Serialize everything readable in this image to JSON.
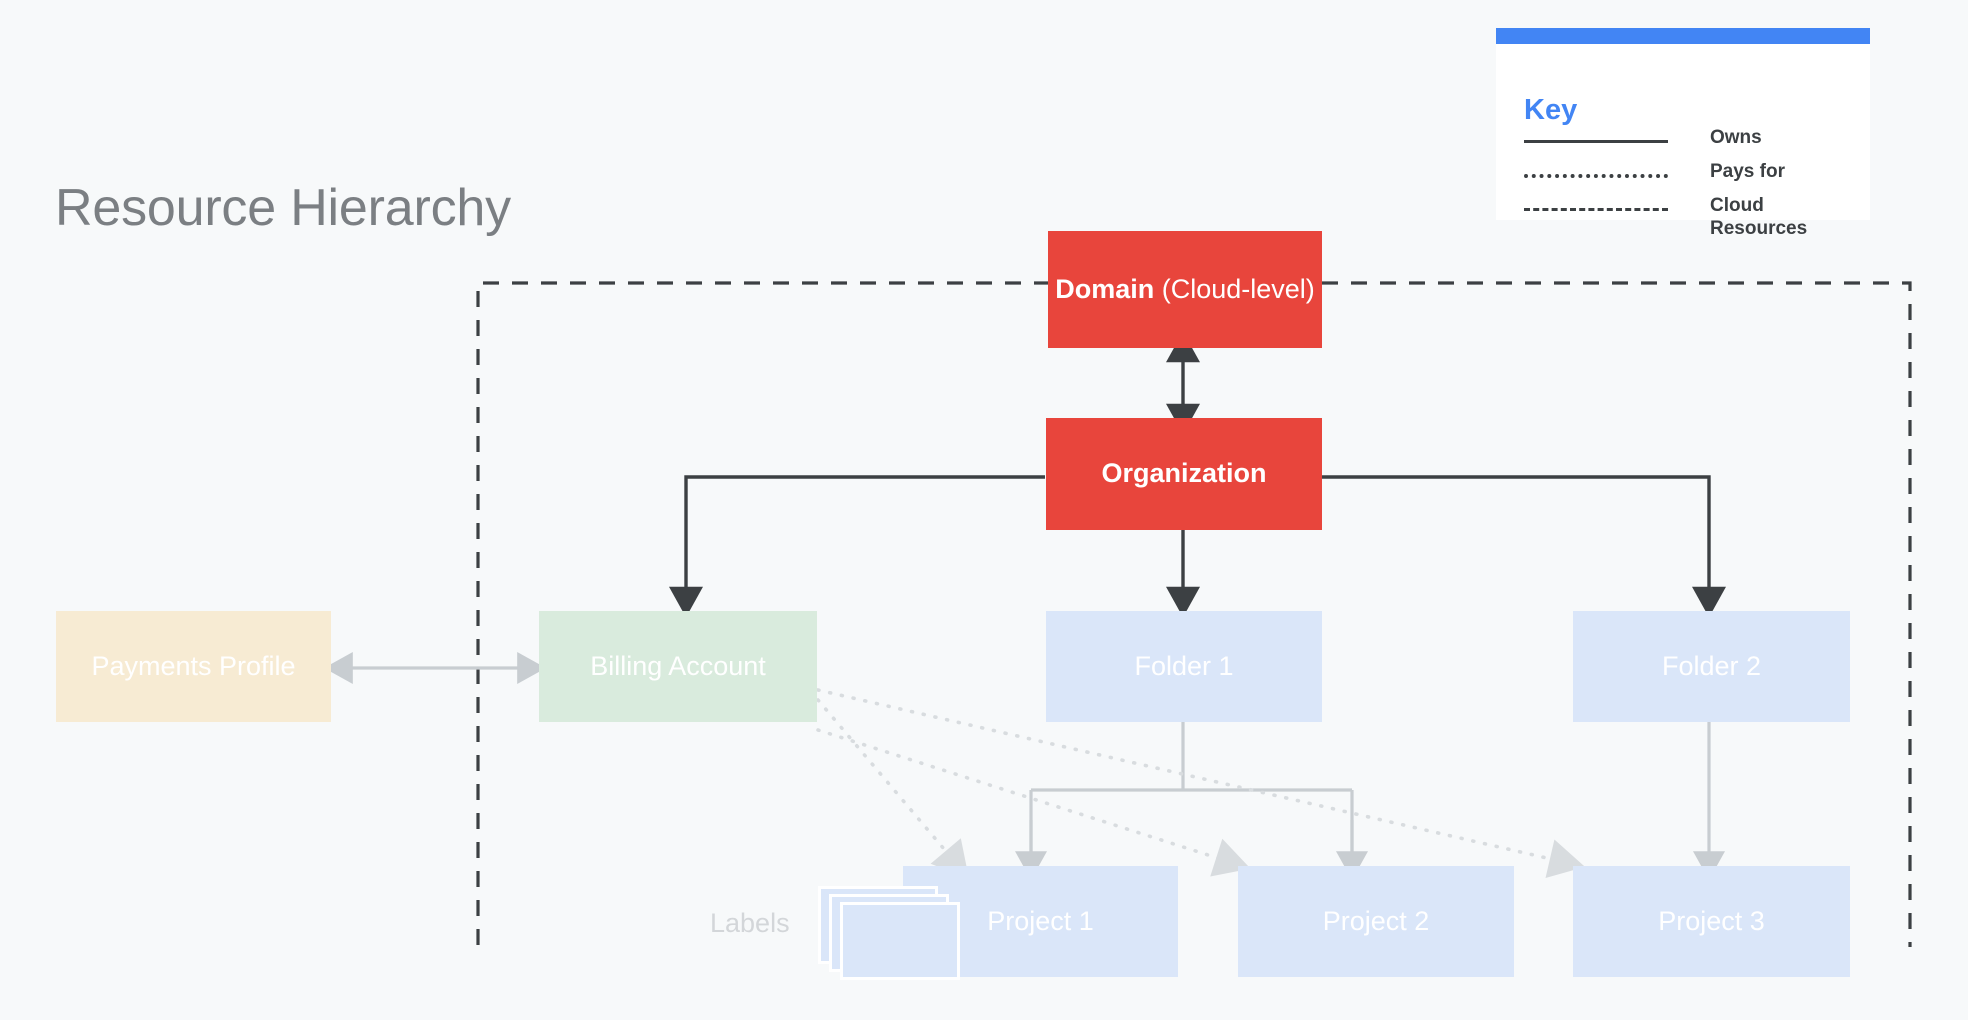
{
  "page": {
    "title": "Resource Hierarchy",
    "background_color": "#F7F9FA"
  },
  "key": {
    "title": "Key",
    "accent_color": "#4285F4",
    "items": [
      {
        "style": "solid",
        "label": "Owns"
      },
      {
        "style": "dotted",
        "label": "Pays for"
      },
      {
        "style": "dashed",
        "label": "Cloud\nResources"
      }
    ]
  },
  "nodes": {
    "domain": {
      "label_bold": "Domain",
      "label_rest": " (Cloud-level)",
      "color": "#E8453C"
    },
    "organization": {
      "label": "Organization",
      "color": "#E8453C"
    },
    "payments_profile": {
      "label": "Payments Profile",
      "color": "#F7EBD3"
    },
    "billing_account": {
      "label": "Billing Account",
      "color": "#D9EBDD"
    },
    "folder_1": {
      "label": "Folder 1",
      "color": "#DAE6F9"
    },
    "folder_2": {
      "label": "Folder 2",
      "color": "#DAE6F9"
    },
    "project_1": {
      "label": "Project 1",
      "color": "#DAE6F9"
    },
    "project_2": {
      "label": "Project 2",
      "color": "#DAE6F9"
    },
    "project_3": {
      "label": "Project 3",
      "color": "#DAE6F9"
    },
    "labels": {
      "label": "Labels",
      "color": "#D3D6D9"
    }
  },
  "edges": {
    "owns_color": "#3C4043",
    "soft_color": "#C8CDD1",
    "pays_for_color": "#D8DCDF",
    "cloud_boundary_color": "#3C4043",
    "relationships": [
      {
        "from": "domain",
        "to": "organization",
        "type": "owns",
        "bidirectional": true
      },
      {
        "from": "organization",
        "to": "billing_account",
        "type": "owns"
      },
      {
        "from": "organization",
        "to": "folder_1",
        "type": "owns"
      },
      {
        "from": "organization",
        "to": "folder_2",
        "type": "owns"
      },
      {
        "from": "payments_profile",
        "to": "billing_account",
        "type": "pays for",
        "bidirectional": true
      },
      {
        "from": "billing_account",
        "to": "project_1",
        "type": "pays for"
      },
      {
        "from": "billing_account",
        "to": "project_2",
        "type": "pays for"
      },
      {
        "from": "billing_account",
        "to": "project_3",
        "type": "pays for"
      },
      {
        "from": "folder_1",
        "to": "project_1",
        "type": "owns"
      },
      {
        "from": "folder_1",
        "to": "project_2",
        "type": "owns"
      },
      {
        "from": "folder_2",
        "to": "project_3",
        "type": "owns"
      }
    ]
  }
}
